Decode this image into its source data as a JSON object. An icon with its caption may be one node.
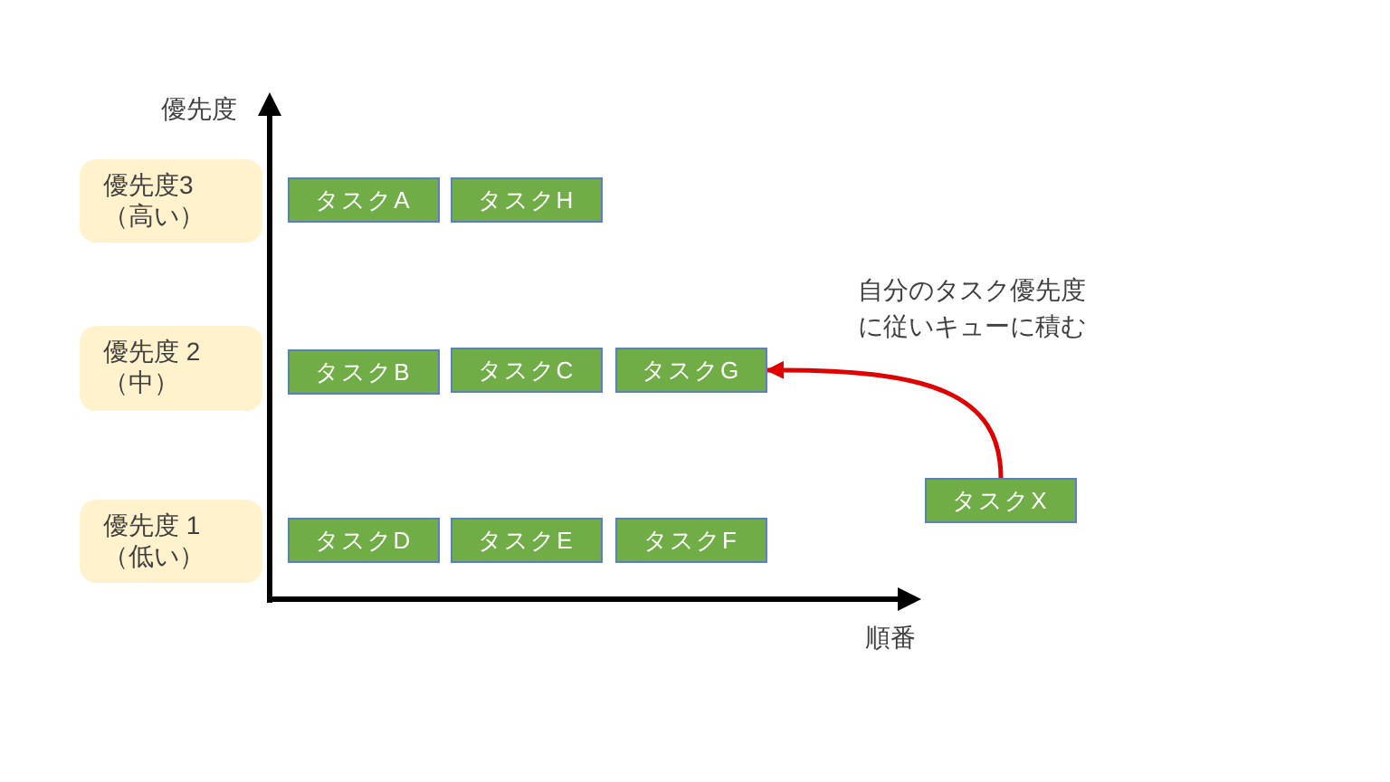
{
  "diagram": {
    "nodes": [
      {
        "text": [
          "優先度3（高い）"
        ]
      },
      {
        "text": [
          "タスクA"
        ]
      },
      {
        "text": [
          "タスクH"
        ]
      },
      {
        "text": [
          "優先度 2（中）"
        ]
      },
      {
        "text": [
          "タスクB"
        ]
      },
      {
        "text": [
          "タスクC"
        ]
      },
      {
        "text": [
          "タスクG"
        ]
      },
      {
        "text": [
          "優先度 1（低い）"
        ]
      },
      {
        "text": [
          "タスクD"
        ]
      },
      {
        "text": [
          "タスクE"
        ]
      },
      {
        "text": [
          "タスクF"
        ]
      },
      {
        "text": [
          "タスクX"
        ]
      }
    ],
    "edges": [
      {
        "from": 11,
        "to": 6,
        "arrow": "to",
        "color": "#e00000"
      }
    ],
    "labels": [
      "優先度",
      "自分のタスク優先度に従いキューに積む",
      "順番"
    ]
  }
}
